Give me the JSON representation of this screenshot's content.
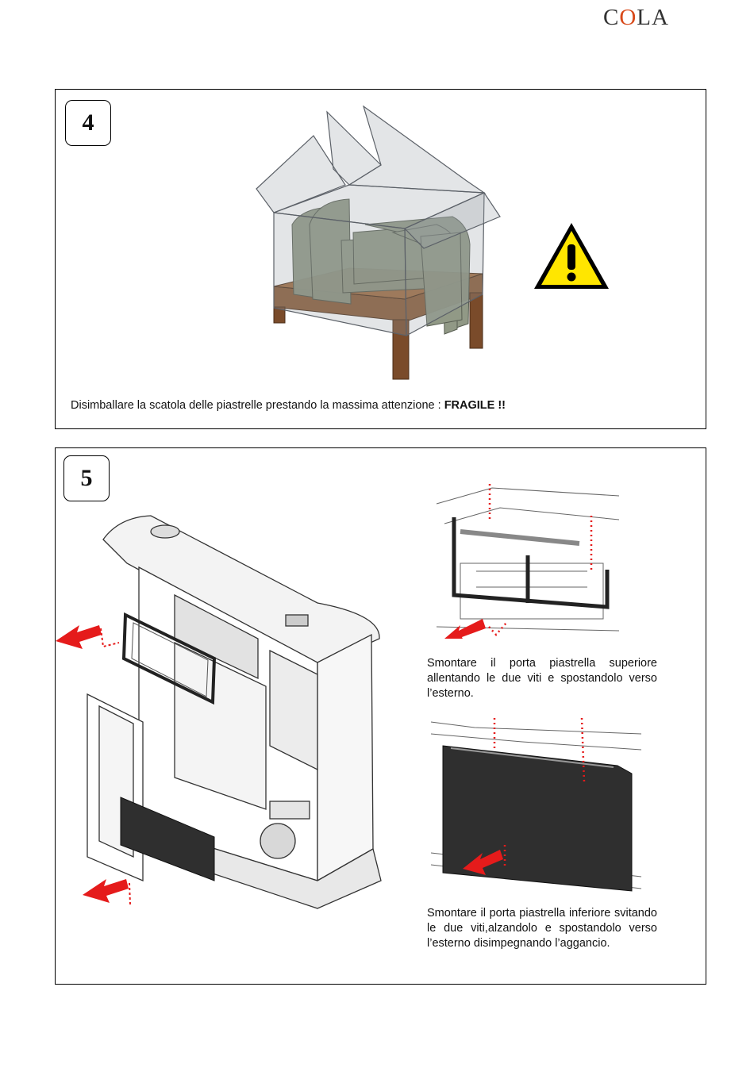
{
  "header": {
    "logo_pre": "C",
    "logo_o": "O",
    "logo_post": "LA"
  },
  "colors": {
    "arrow": "#e51b1b",
    "warning_fill": "#ffe600",
    "pallet": "#8a5a35",
    "tile": "#8c9480",
    "tile_panel": "#2f2f2f"
  },
  "steps": [
    {
      "number": "4",
      "caption_text": "Disimballare la scatola delle piastrelle prestando la massima attenzione : ",
      "caption_bold": "FRAGILE !!",
      "icons": [
        "box-of-tiles-illustration",
        "warning-icon"
      ]
    },
    {
      "number": "5",
      "upper_caption": "Smontare il porta piastrella superiore allentando le due viti e spostandolo verso l’esterno.",
      "lower_caption": "Smontare il porta piastrella inferiore svitando le due viti,alzandolo e spostandolo verso l’esterno disimpegnando l’aggancio.",
      "icons": [
        "stove-exploded-illustration",
        "upper-tile-holder-detail",
        "lower-tile-holder-detail",
        "red-arrow-icon"
      ]
    }
  ]
}
